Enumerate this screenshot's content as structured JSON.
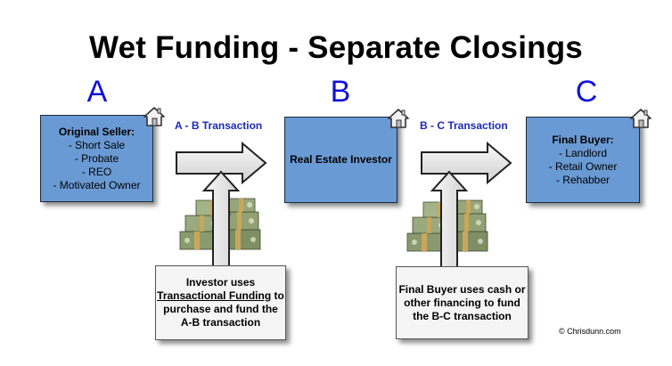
{
  "title": "Wet Funding - Separate Closings",
  "letters": {
    "a": "A",
    "b": "B",
    "c": "C"
  },
  "box_a": {
    "heading": "Original Seller:",
    "items": [
      "- Short Sale",
      "- Probate",
      "- REO",
      "- Motivated Owner"
    ]
  },
  "box_b": {
    "heading": "Real Estate Investor"
  },
  "box_c": {
    "heading": "Final Buyer:",
    "items": [
      "- Landlord",
      "- Retail Owner",
      "- Rehabber"
    ]
  },
  "transactions": {
    "ab": "A - B Transaction",
    "bc": "B - C Transaction"
  },
  "note_ab": {
    "line1": "Investor uses",
    "line2": "Transactional Funding",
    "line2_suffix": " to",
    "line3": "purchase and fund the",
    "line4": "A-B transaction"
  },
  "note_bc": {
    "line1": "Final Buyer uses cash or",
    "line2": "other financing to fund",
    "line3": "the B-C transaction"
  },
  "copyright": "© Chrisdunn.com",
  "colors": {
    "box": "#6a9ad4",
    "letters": "#1010d8",
    "transaction_labels": "#1a2ab8",
    "arrows": "#e6e6e6"
  },
  "icons": [
    "house-icon",
    "money-stack-icon"
  ]
}
